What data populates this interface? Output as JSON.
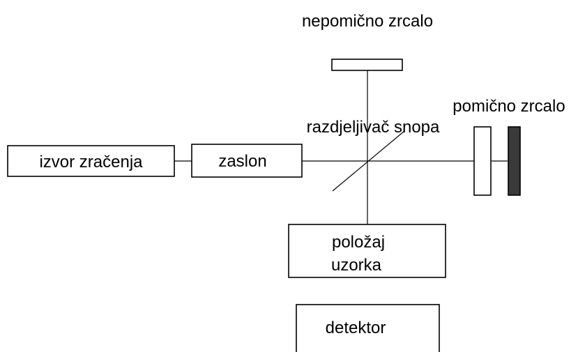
{
  "labels": {
    "fixed_mirror": "nepomično zrcalo",
    "movable_mirror": "pomično zrcalo",
    "beam_splitter": "razdjeljivač snopa",
    "source": "izvor zračenja",
    "aperture": "zaslon",
    "sample_line1": "položaj",
    "sample_line2": "uzorka",
    "detector": "detektor"
  },
  "colors": {
    "line": "#000000",
    "box_fill": "#ffffff",
    "movable_mirror_fill": "#3a3a3a"
  }
}
